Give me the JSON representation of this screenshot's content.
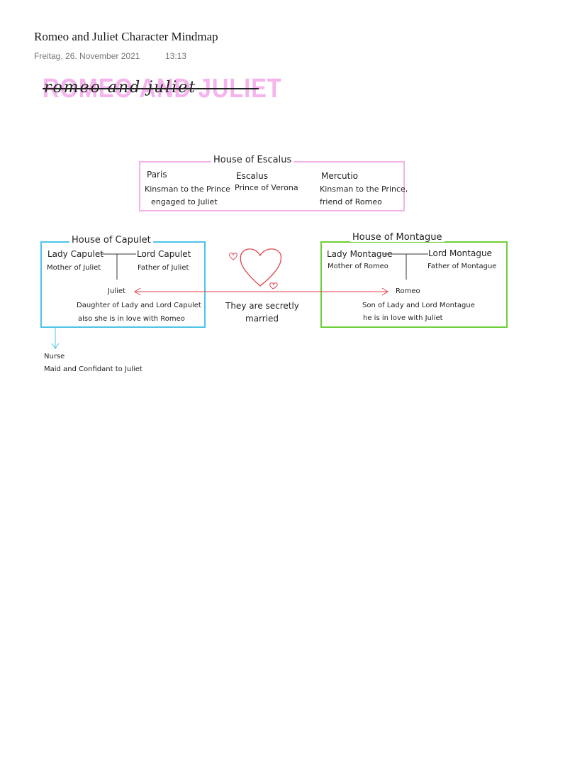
{
  "note": {
    "title": "Romeo and Juliet Character Mindmap",
    "date": "Freitag, 26. November 2021",
    "time": "13:13"
  },
  "banner": {
    "title": "ROMEO AND JULIET",
    "script_text": "romeo and juliet"
  },
  "colors": {
    "escalus": "#f2b3ec",
    "capulet": "#4fc3ea",
    "montague": "#6fcf3a",
    "love": "#e0434c",
    "banner_pink": "#f6b4ee"
  },
  "escalus": {
    "title": "House of Escalus",
    "paris": {
      "name": "Paris",
      "line1": "Kinsman to the Prince",
      "line2": "engaged to Juliet"
    },
    "escalus": {
      "name": "Escalus",
      "line1": "Prince of Verona"
    },
    "mercutio": {
      "name": "Mercutio",
      "line1": "Kinsman to the Prince,",
      "line2": "friend of Romeo"
    }
  },
  "capulet": {
    "title": "House of Capulet",
    "lady": {
      "name": "Lady Capulet",
      "role": "Mother of Juliet"
    },
    "lord": {
      "name": "Lord Capulet",
      "role": "Father of Juliet"
    },
    "juliet": {
      "name": "Juliet",
      "line1": "Daughter of Lady and Lord Capulet",
      "line2": "also she is in love with Romeo"
    }
  },
  "montague": {
    "title": "House of Montague",
    "lady": {
      "name": "Lady Montague",
      "role": "Mother of Romeo"
    },
    "lord": {
      "name": "Lord Montague",
      "role": "Father of Montague"
    },
    "romeo": {
      "name": "Romeo",
      "line1": "Son of Lady and Lord Montague",
      "line2": "he is in love with Juliet"
    }
  },
  "center": {
    "line1": "They are secretly",
    "line2": "married"
  },
  "nurse": {
    "name": "Nurse",
    "role": "Maid and Confidant to Juliet"
  }
}
